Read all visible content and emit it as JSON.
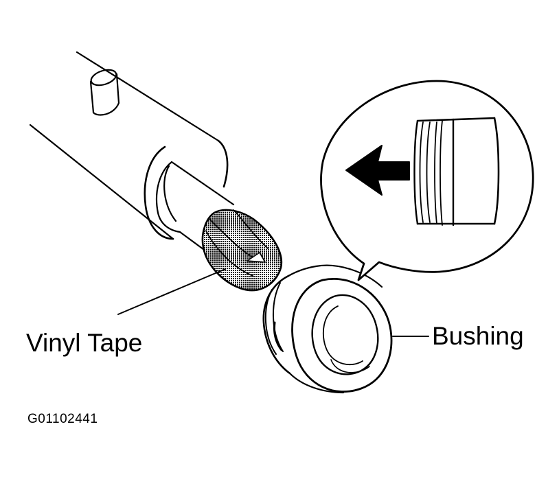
{
  "labels": {
    "vinyl_tape": "Vinyl Tape",
    "bushing": "Bushing"
  },
  "figure_id": "G01102441",
  "colors": {
    "ink": "#000000",
    "paper": "#ffffff",
    "tape_fill": "#777777"
  }
}
